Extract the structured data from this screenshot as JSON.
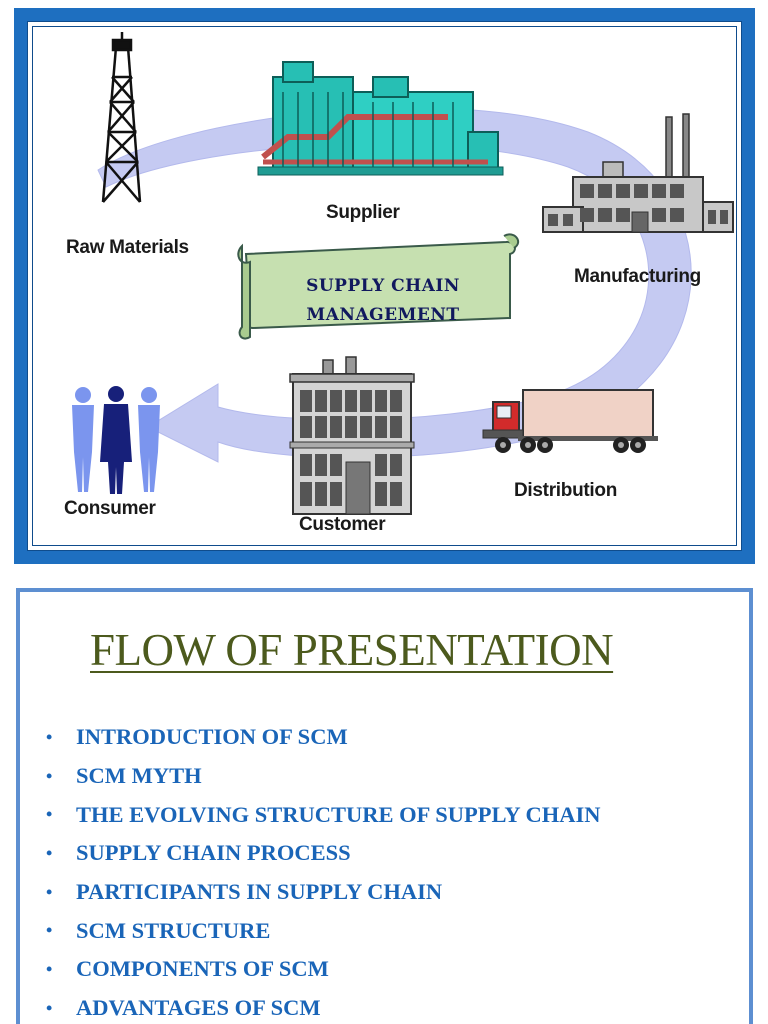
{
  "slide1": {
    "nodes": {
      "raw_materials": "Raw Materials",
      "supplier": "Supplier",
      "manufacturing": "Manufacturing",
      "distribution": "Distribution",
      "customer": "Customer",
      "consumer": "Consumer"
    },
    "scroll_title_line1": "SUPPLY CHAIN",
    "scroll_title_line2": "MANAGEMENT",
    "colors": {
      "frame": "#1e6fc0",
      "arrow": "#c5caf2",
      "scroll": "#c6e0b0",
      "factory": "#27bfb4",
      "people": "#6f86e8"
    }
  },
  "slide2": {
    "title": "FLOW OF PRESENTATION",
    "bullets": [
      "INTRODUCTION OF SCM",
      "SCM MYTH",
      "THE EVOLVING STRUCTURE OF SUPPLY CHAIN",
      "SUPPLY CHAIN PROCESS",
      "PARTICIPANTS IN SUPPLY CHAIN",
      "SCM STRUCTURE",
      "COMPONENTS OF SCM",
      "ADVANTAGES OF SCM"
    ],
    "colors": {
      "title": "#4c5a1d",
      "bullets": "#1a65b8",
      "border": "#5d8fd1"
    }
  }
}
